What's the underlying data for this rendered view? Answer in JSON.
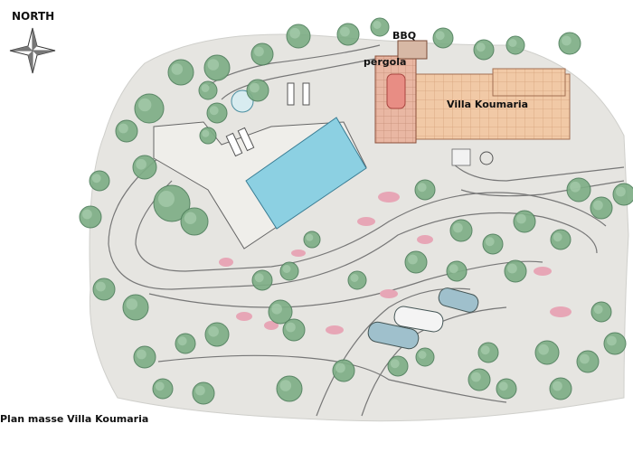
{
  "compass": {
    "label": "NORTH",
    "icon": "compass-rose-icon"
  },
  "labels": {
    "bbq": "BBQ",
    "pergola": "pergola",
    "villa": "Villa Koumaria"
  },
  "caption": "Plan masse Villa Koumaria",
  "colors": {
    "ground": "#e6e5e1",
    "tree": "#7eae86",
    "tree_dark": "#4f7f5c",
    "pool": "#8cd0e2",
    "terrace": "#f1c9a6",
    "pergola": "#e2b7a4",
    "flowers": "#e7a6b6",
    "car": "#9fc0cc",
    "road_line": "#777777"
  }
}
